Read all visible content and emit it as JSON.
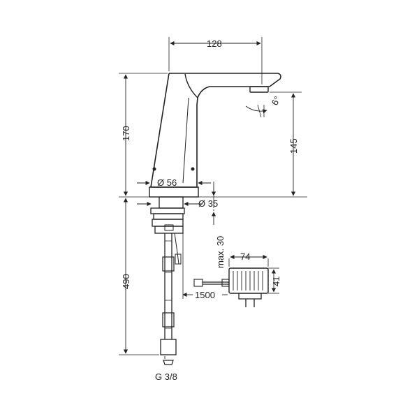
{
  "drawing": {
    "dimensions": {
      "spout_length": "128",
      "height_total": "170",
      "spout_height": "145",
      "angle": "6°",
      "body_diameter": "Ø 56",
      "hole_diameter": "Ø 35",
      "hose_length_total": "490",
      "max_thickness": "max. 30",
      "adapter_width": "74",
      "adapter_height": "41",
      "cable_length": "1500",
      "thread": "G 3/8"
    },
    "colors": {
      "line": "#222222",
      "background": "#ffffff"
    }
  }
}
